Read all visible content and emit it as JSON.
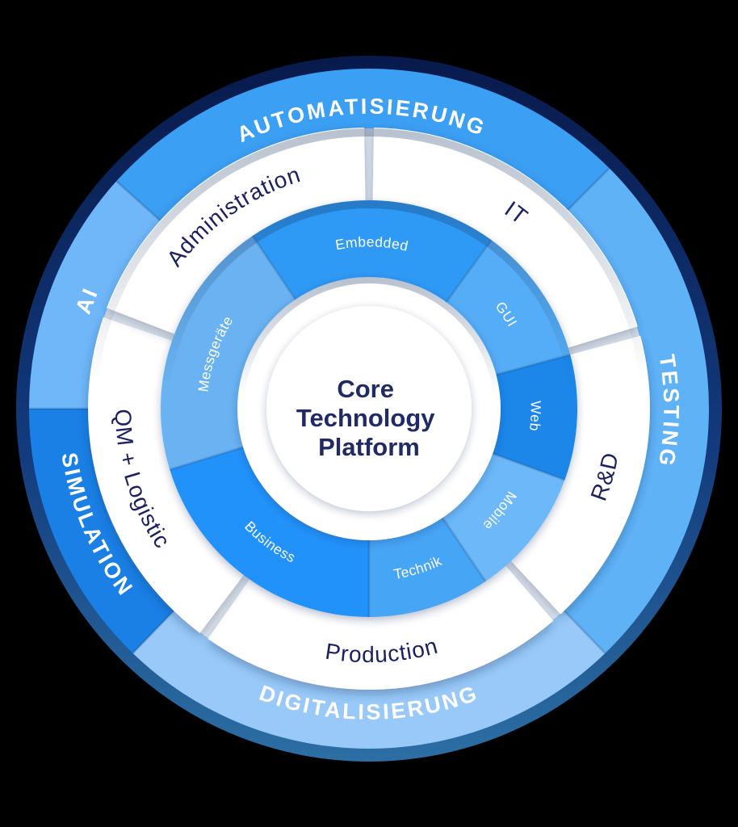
{
  "diagram_title": "Core Technology Platform wheel",
  "background_color": "#000000",
  "rim": {
    "color_top": "#081A4C",
    "color_mid": "#123A7C",
    "color_bottom": "#2C6FA4"
  },
  "center": {
    "lines": [
      "Core",
      "Technology",
      "Platform"
    ],
    "text_color": "#222A66",
    "fill": "#FFFFFF"
  },
  "rings": {
    "outer": {
      "label_color": "#FFFFFF",
      "segments": [
        {
          "label": "AUTOMATISIERUNG",
          "color": "#3B9FF3",
          "start": 312,
          "end": 405,
          "dir": "cw"
        },
        {
          "label": "TESTING",
          "color": "#60B2F7",
          "start": 45,
          "end": 136,
          "dir": "cw"
        },
        {
          "label": "DIGITALISIERUNG",
          "color": "#98C9F8",
          "start": 136,
          "end": 224,
          "dir": "ccw"
        },
        {
          "label": "SIMULATION",
          "color": "#1A80E6",
          "start": 224,
          "end": 270,
          "dir": "ccw"
        },
        {
          "label": "AI",
          "color": "#6FB7F8",
          "start": 270,
          "end": 312,
          "dir": "cw"
        }
      ]
    },
    "middle": {
      "label_color": "#1B2160",
      "fill": "#FFFFFF",
      "segments": [
        {
          "label": "IT",
          "start": 1,
          "end": 73,
          "dir": "cw"
        },
        {
          "label": "R&D",
          "start": 75,
          "end": 137,
          "dir": "ccw"
        },
        {
          "label": "Production",
          "start": 139,
          "end": 215,
          "dir": "ccw"
        },
        {
          "label": "QM + Logistic",
          "start": 217,
          "end": 289,
          "dir": "ccw"
        },
        {
          "label": "Administration",
          "start": 291,
          "end": 359,
          "dir": "cw"
        }
      ]
    },
    "inner": {
      "label_color": "#FFFFFF",
      "segments": [
        {
          "label": "Embedded",
          "color": "#2E9AF5",
          "start": 326,
          "end": 396,
          "dir": "cw"
        },
        {
          "label": "GUI",
          "color": "#55ADF7",
          "start": 36,
          "end": 75,
          "dir": "cw"
        },
        {
          "label": "Web",
          "color": "#1D87E9",
          "start": 75,
          "end": 110,
          "dir": "cw"
        },
        {
          "label": "Mobile",
          "color": "#6CB8F8",
          "start": 110,
          "end": 146,
          "dir": "cw"
        },
        {
          "label": "Technik",
          "color": "#47A5F6",
          "start": 146,
          "end": 180,
          "dir": "ccw"
        },
        {
          "label": "Business",
          "color": "#2492FB",
          "start": 180,
          "end": 253,
          "dir": "ccw"
        },
        {
          "label": "Messgeräte",
          "color": "#6BB2F2",
          "start": 253,
          "end": 326,
          "dir": "cw"
        }
      ]
    }
  }
}
